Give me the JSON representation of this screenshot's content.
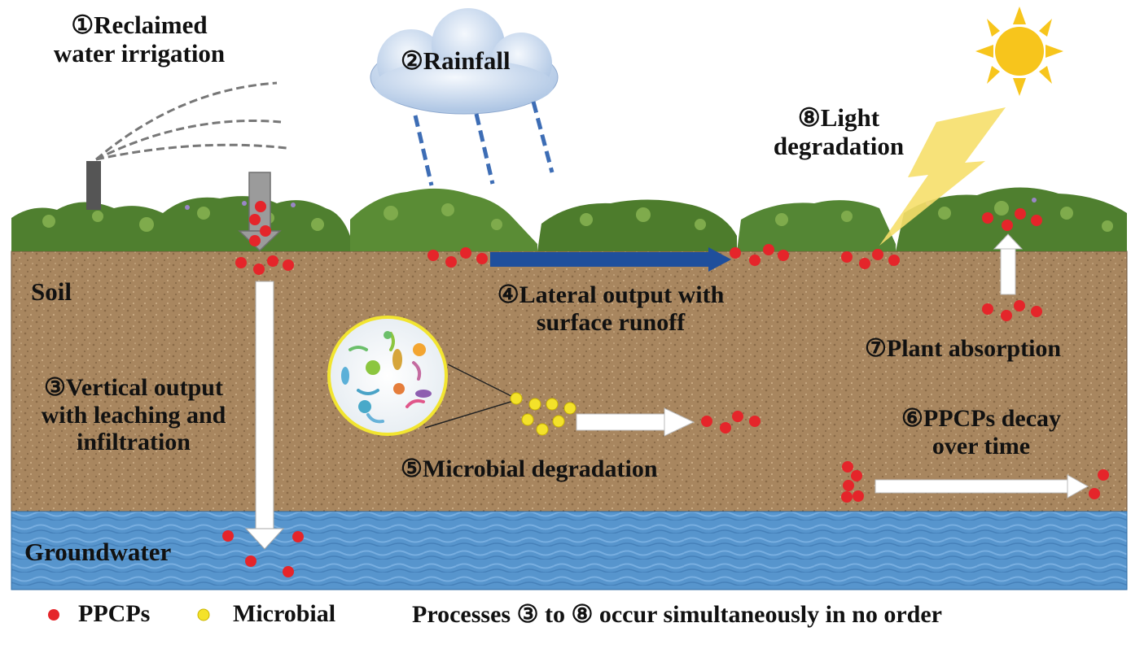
{
  "labels": {
    "reclaimed_irrigation": [
      "①Reclaimed",
      "water irrigation"
    ],
    "rainfall": "②Rainfall",
    "light_degradation": [
      "⑧Light",
      "degradation"
    ],
    "soil": "Soil",
    "lateral_output": [
      "④Lateral output with",
      "surface runoff"
    ],
    "plant_absorption": "⑦Plant absorption",
    "vertical_output": [
      "③Vertical output",
      "with leaching and",
      "infiltration"
    ],
    "decay": [
      "⑥PPCPs decay",
      "over time"
    ],
    "microbial_degradation": "⑤Microbial degradation",
    "groundwater": "Groundwater"
  },
  "legend": {
    "ppcps": "PPCPs",
    "microbial": "Microbial",
    "note": "Processes ③ to ⑧ occur simultaneously in no order"
  },
  "colors": {
    "ppcp_dot": "#e5252a",
    "microbial_dot": "#f4e22a",
    "soil": "#a8865f",
    "groundwater": "#4f8fc8",
    "runoff_arrow": "#1f4f9c",
    "rain": "#3d6db5",
    "sun": "#f7c51c"
  }
}
